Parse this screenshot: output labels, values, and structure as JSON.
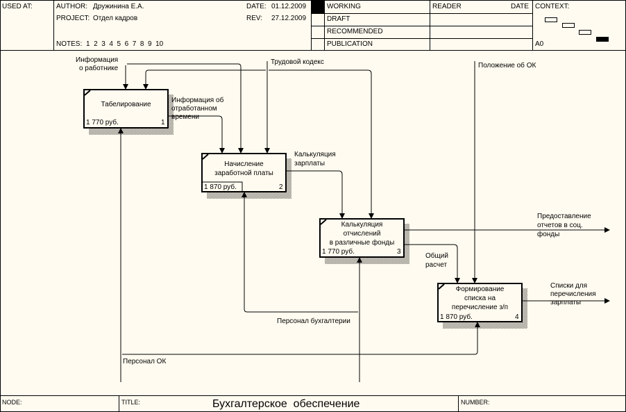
{
  "header": {
    "used_at_label": "USED AT:",
    "author_label": "AUTHOR:",
    "author_value": "Дружинина Е.А.",
    "project_label": "PROJECT:",
    "project_value": "Отдел кадров",
    "notes_label": "NOTES:",
    "notes_value": "1  2  3  4  5  6  7  8  9  10",
    "date_label": "DATE:",
    "date_value": "01.12.2009",
    "rev_label": "REV:",
    "rev_value": "27.12.2009",
    "statuses": [
      "WORKING",
      "DRAFT",
      "RECOMMENDED",
      "PUBLICATION"
    ],
    "active_status": "WORKING",
    "reader_label": "READER",
    "reader_date_label": "DATE",
    "context_label": "CONTEXT:",
    "context_node": "A0"
  },
  "footer": {
    "node_label": "NODE:",
    "title_label": "TITLE:",
    "title_value": "Бухгалтерское  обеспечение",
    "number_label": "NUMBER:"
  },
  "activities": [
    {
      "id": 1,
      "name_lines": [
        "Табелирование"
      ],
      "cost": "1 770 руб.",
      "number": "1"
    },
    {
      "id": 2,
      "name_lines": [
        "Начисление",
        "заработной платы"
      ],
      "cost": "1 870 руб.",
      "number": "2"
    },
    {
      "id": 3,
      "name_lines": [
        "Калькуляция",
        "отчислений",
        "в различные фонды"
      ],
      "cost": "1 770 руб.",
      "number": "3"
    },
    {
      "id": 4,
      "name_lines": [
        "Формирование",
        "списка на",
        "перечисление з/п"
      ],
      "cost": "1 870 руб.",
      "number": "4"
    }
  ],
  "arrows": {
    "info_worker": [
      "Информация",
      "о работнике"
    ],
    "labor_code": "Трудовой кодекс",
    "regulation_ok": "Положение об ОК",
    "worked_time": [
      "Информация об",
      "отработанном",
      "времени"
    ],
    "salary_calc": [
      "Калькуляция",
      "зарплаты"
    ],
    "social_reports": [
      "Предоставление",
      "отчетов в соц.",
      "фонды"
    ],
    "total_calc": [
      "Общий",
      "расчет"
    ],
    "payment_lists": [
      "Списки для",
      "перечисления",
      "зарплаты"
    ],
    "accounting_staff": "Персонал бухгалтерии",
    "hr_staff": "Персонал ОК"
  }
}
